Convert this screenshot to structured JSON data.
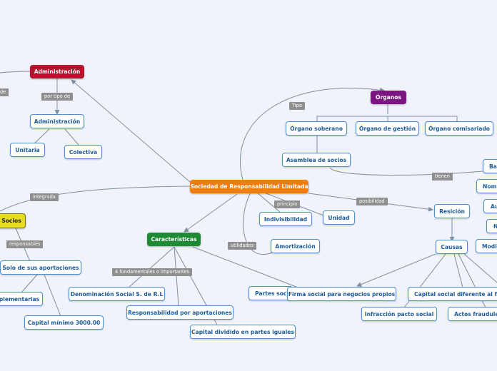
{
  "colors": {
    "central": "#ef7d12",
    "administracion": "#b5122b",
    "organos": "#7b1582",
    "caracteristicas": "#1d8a34",
    "socios": "#e6dc22",
    "line": "#7e8ea0"
  },
  "central": "Sociedad de Responsabilidad Limitada",
  "nodes": {
    "administracion_top": "Administración",
    "administracion_sub": "Administración",
    "unitaria": "Unitaria",
    "colectiva": "Colectiva",
    "organos": "Órganos",
    "organo_soberano": "Órgano soberano",
    "organo_gestion": "Órgano de gestión",
    "organo_comisariado": "Órgano comisariado",
    "asamblea_socios": "Asamblea de socios",
    "socios": "Socios",
    "solo_aportaciones": "Solo de sus aportaciones",
    "complementarias": "plementarias",
    "capital_minimo": "Capital mínimo 3000.00",
    "caracteristicas": "Características",
    "indivisibilidad": "Indivisibilidad",
    "unidad": "Unidad",
    "amortizacion": "Amortización",
    "denominacion_social": "Denominación Social S. de R.L",
    "responsabilidad_aportaciones": "Responsabilidad por aportaciones",
    "capital_dividido": "Capital dividido en partes iguales",
    "partes_sociales": "Partes socia",
    "firma_social": "Firma social para negocios propios",
    "resicion": "Resición",
    "causas": "Causas",
    "capital_social_diferente": "Capital social diferente al fin d",
    "infraccion_pacto": "Infracción pacto social",
    "actos_fraudulentos": "Actos fraudulen",
    "right_bal": "Bal",
    "right_nomb": "Nomb",
    "right_au": "Au",
    "right_n": "N",
    "right_modif": "Modif"
  },
  "labels": {
    "left_edge": "de",
    "por_tipo_de": "por tipo de",
    "tipo": "Tipo",
    "tienen": "tienen",
    "integrada": "integrada",
    "principio": "principio",
    "posibilidad": "posibilidad",
    "responsables": "responsables",
    "utilidades": "utilidades",
    "fundamentales": "4 fundamentales  o importantes"
  }
}
